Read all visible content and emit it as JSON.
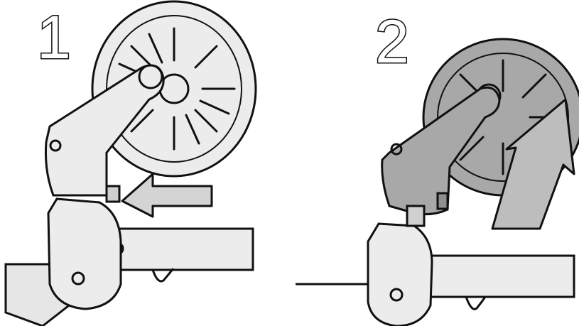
{
  "steps": [
    {
      "number": "1",
      "action": "press-release-button"
    },
    {
      "number": "2",
      "action": "lift-wheel-off"
    }
  ],
  "colors": {
    "light_part": "#ececec",
    "dark_part": "#a8a8a8",
    "arrow_light": "#d4d4d4",
    "arrow_dark": "#bdbdbd",
    "outline": "#111111",
    "background": "#ffffff"
  },
  "icons": [
    "wheel-icon",
    "arrow-left-icon",
    "arrow-up-icon"
  ]
}
